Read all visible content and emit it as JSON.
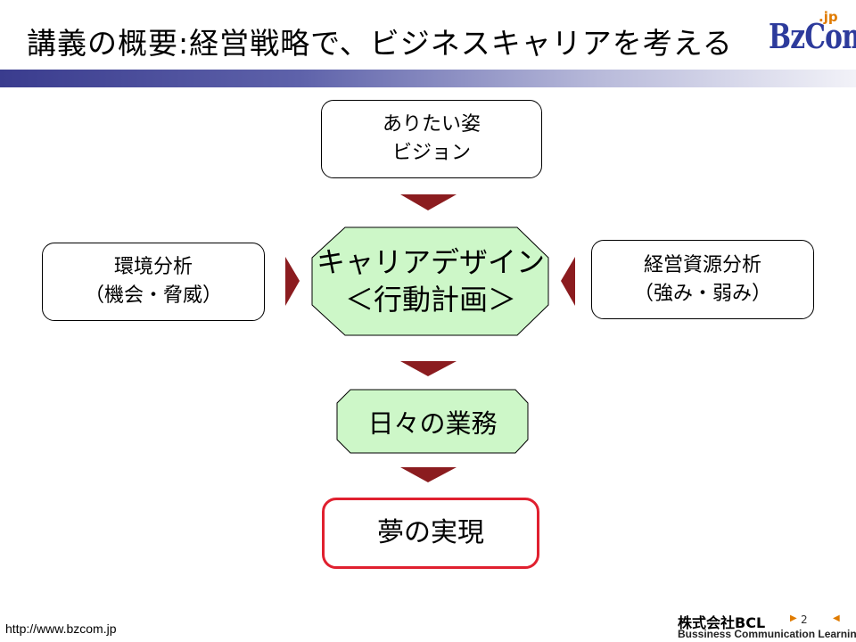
{
  "slide": {
    "title": "講義の概要:経営戦略で、ビジネスキャリアを考える",
    "page_number": "2"
  },
  "logo": {
    "main": "BzCom",
    "suffix": ".jp"
  },
  "diagram": {
    "vision": {
      "line1": "ありたい姿",
      "line2": "ビジョン"
    },
    "environment": {
      "line1": "環境分析",
      "line2": "（機会・脅威）"
    },
    "resources": {
      "line1": "経営資源分析",
      "line2": "（強み・弱み）"
    },
    "career_design": {
      "line1": "キャリアデザイン",
      "line2": "＜行動計画＞"
    },
    "daily_work": "日々の業務",
    "dream": "夢の実現"
  },
  "footer": {
    "url": "http://www.bzcom.jp",
    "company": "株式会社BCL",
    "tagline": "Bussiness Communication Learning"
  },
  "colors": {
    "arrow": "#8b1c1f",
    "center_fill": "#cdf7c8",
    "dream_border": "#e0202f",
    "title_bar_start": "#3a3c8e"
  }
}
